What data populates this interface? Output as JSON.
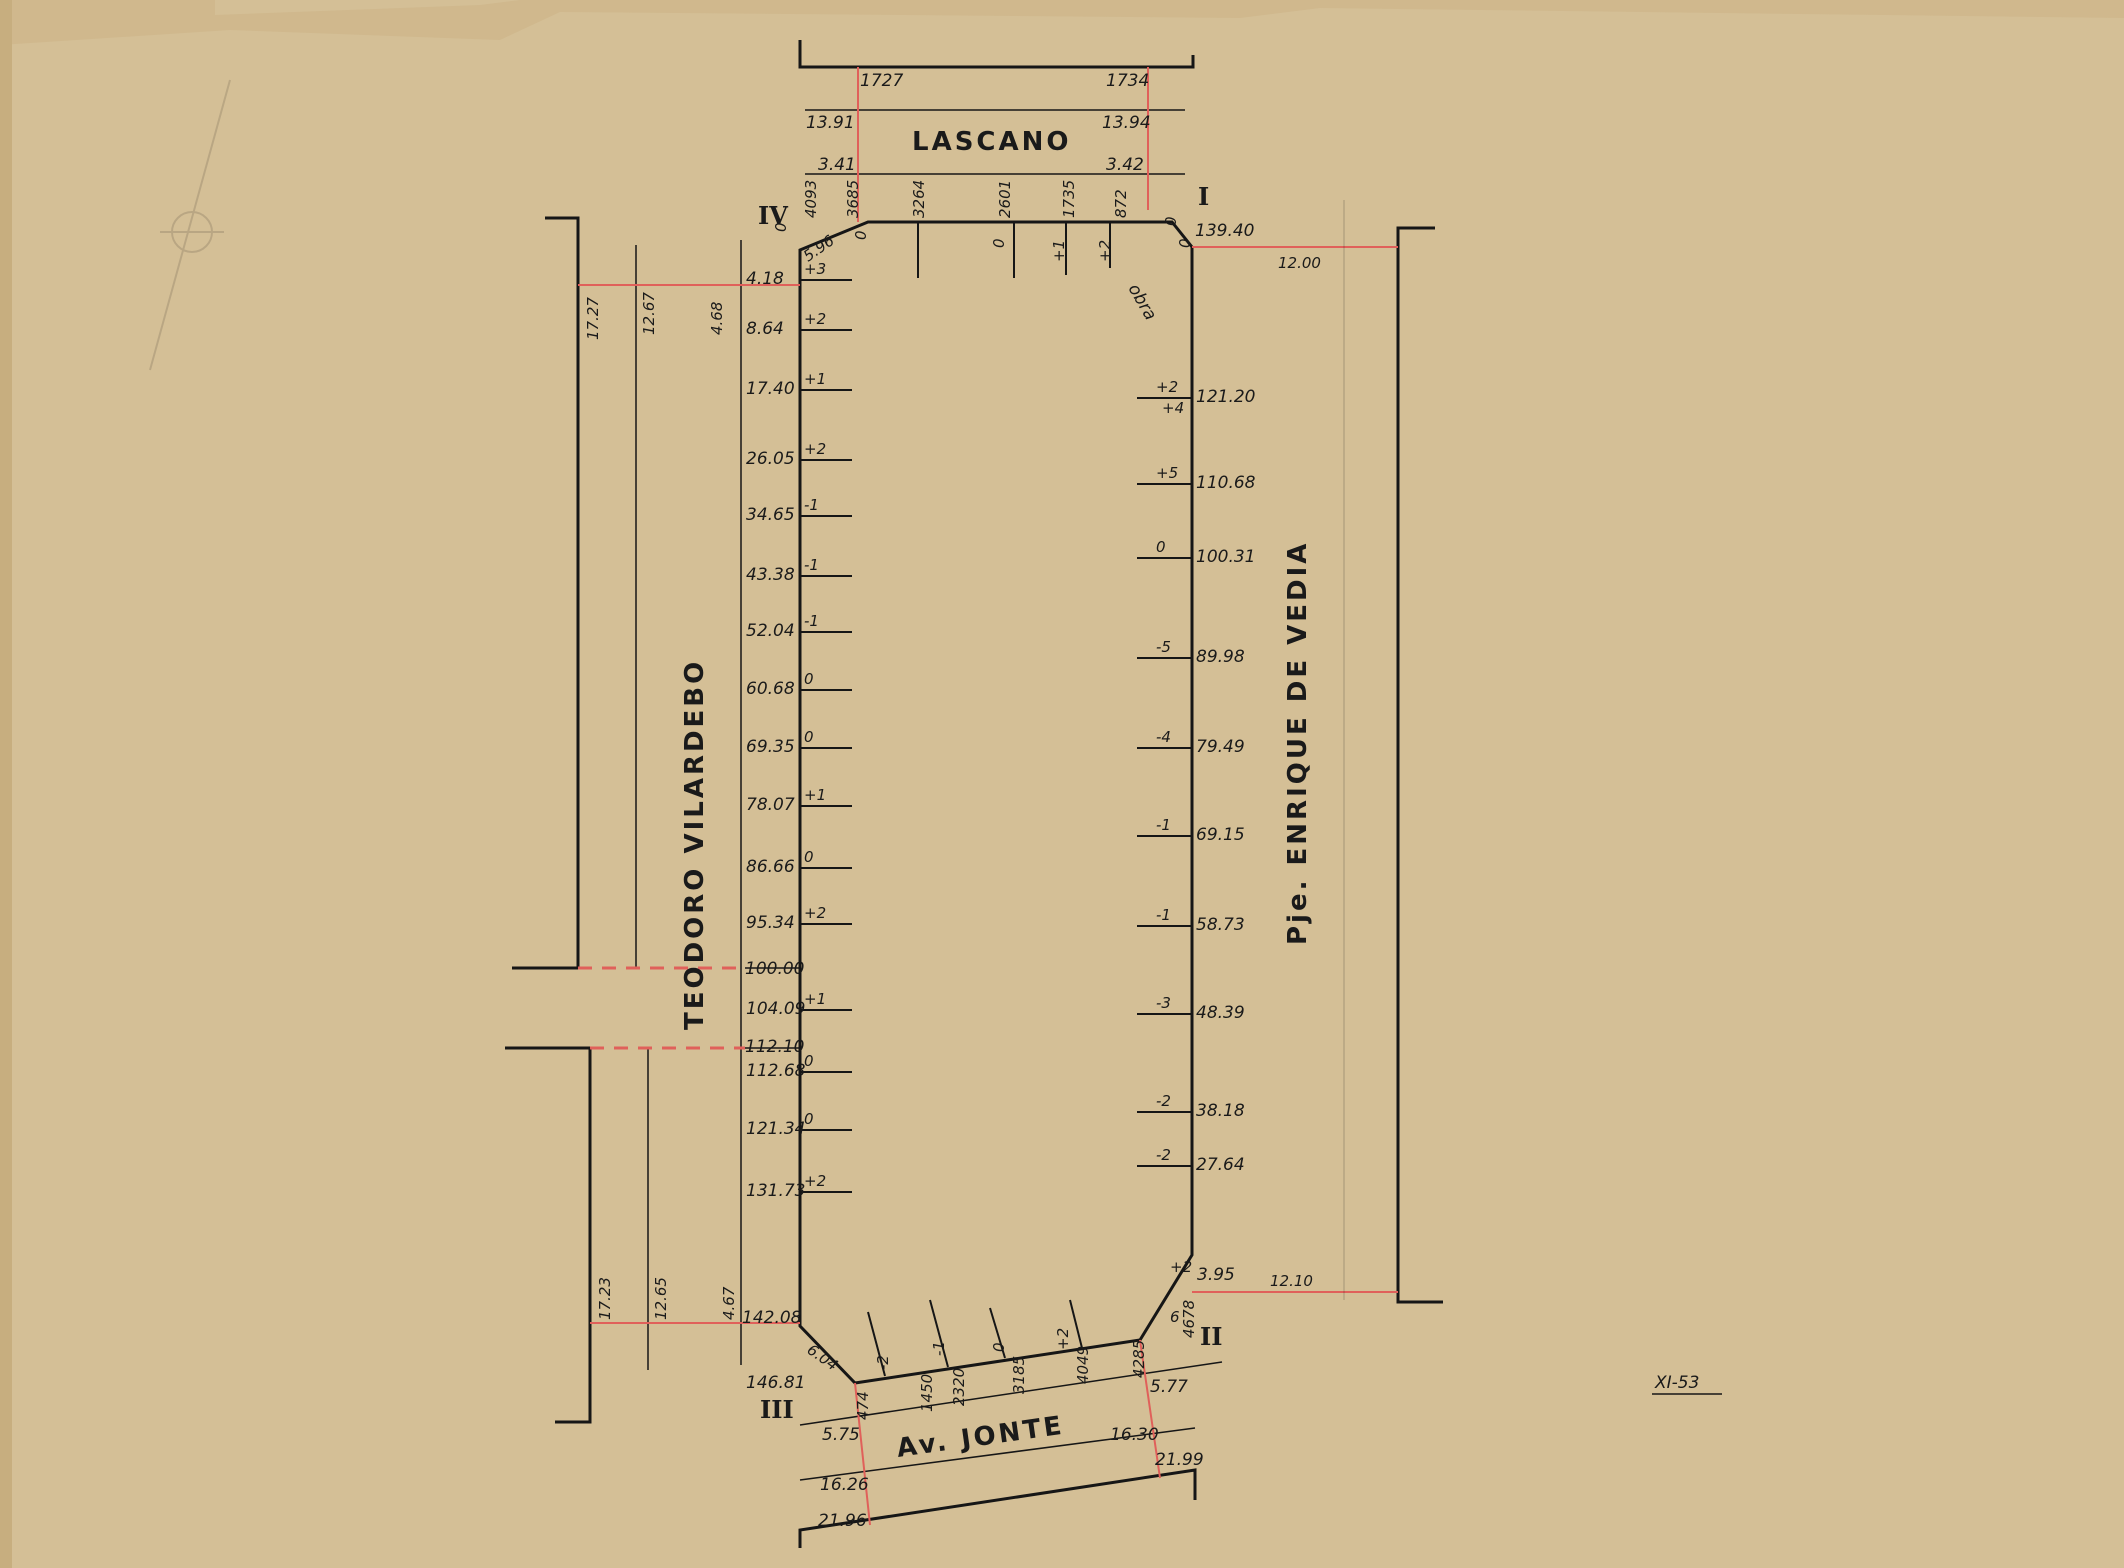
{
  "streets": {
    "top": "LASCANO",
    "left": "TEODORO VILARDEBO",
    "right": "Pje. ENRIQUE DE VEDIA",
    "bottom": "Av. JONTE"
  },
  "corners": {
    "I": "I",
    "II": "II",
    "III": "III",
    "IV": "IV"
  },
  "top_street_numbers": [
    "1727",
    "1734",
    "13.91",
    "13.94",
    "3.41",
    "3.42"
  ],
  "top_edge_numbers": [
    "4093",
    "3685",
    "3264",
    "2601",
    "1735",
    "872"
  ],
  "top_edge_levels": [
    "0",
    "0",
    "+1",
    "+2",
    "0",
    "0",
    "0"
  ],
  "left_offsets_top": [
    "17.27",
    "12.67",
    "4.68"
  ],
  "left_offsets_bottom": [
    "17.23",
    "12.65",
    "4.67"
  ],
  "left_side": [
    {
      "dist": "4.18",
      "level": "+3"
    },
    {
      "dist": "8.64",
      "level": "+2"
    },
    {
      "dist": "17.40",
      "level": "+1"
    },
    {
      "dist": "26.05",
      "level": "+2"
    },
    {
      "dist": "34.65",
      "level": "-1"
    },
    {
      "dist": "43.38",
      "level": "-1"
    },
    {
      "dist": "52.04",
      "level": "-1"
    },
    {
      "dist": "60.68",
      "level": "0"
    },
    {
      "dist": "69.35",
      "level": "0"
    },
    {
      "dist": "78.07",
      "level": "+1"
    },
    {
      "dist": "86.66",
      "level": "0"
    },
    {
      "dist": "95.34",
      "level": "+2"
    },
    {
      "dist": "104.09",
      "level": "+1"
    },
    {
      "dist": "112.68",
      "level": "0"
    },
    {
      "dist": "121.34",
      "level": "0"
    },
    {
      "dist": "131.73",
      "level": "+2"
    }
  ],
  "left_gap": [
    "100.00",
    "112.10"
  ],
  "left_corner_numbers": [
    "5.96",
    "142.08",
    "146.81",
    "6.04"
  ],
  "right_side": [
    {
      "dist": "121.20",
      "level": "+2"
    },
    {
      "dist": "110.68",
      "level": "+5"
    },
    {
      "dist": "100.31",
      "level": "0"
    },
    {
      "dist": "89.98",
      "level": "-5"
    },
    {
      "dist": "79.49",
      "level": "-4"
    },
    {
      "dist": "69.15",
      "level": "-1"
    },
    {
      "dist": "58.73",
      "level": "-1"
    },
    {
      "dist": "48.39",
      "level": "-3"
    },
    {
      "dist": "38.18",
      "level": "-2"
    },
    {
      "dist": "27.64",
      "level": "-2"
    }
  ],
  "right_extra_level": "+4",
  "right_corner_numbers": [
    "139.40",
    "3.95",
    "4678",
    "6"
  ],
  "right_corner_level": "+2",
  "obra_label": "obra",
  "right_offsets": [
    "12.00",
    "12.10"
  ],
  "bottom_edge_numbers": [
    "474",
    "1450",
    "2320",
    "3185",
    "4049",
    "4285"
  ],
  "bottom_edge_levels": [
    "-2",
    "-1",
    "0",
    "+2"
  ],
  "bottom_street_numbers": [
    "5.75",
    "5.77",
    "16.30",
    "16.26",
    "21.99",
    "21.96"
  ],
  "stamp": "XI-53"
}
